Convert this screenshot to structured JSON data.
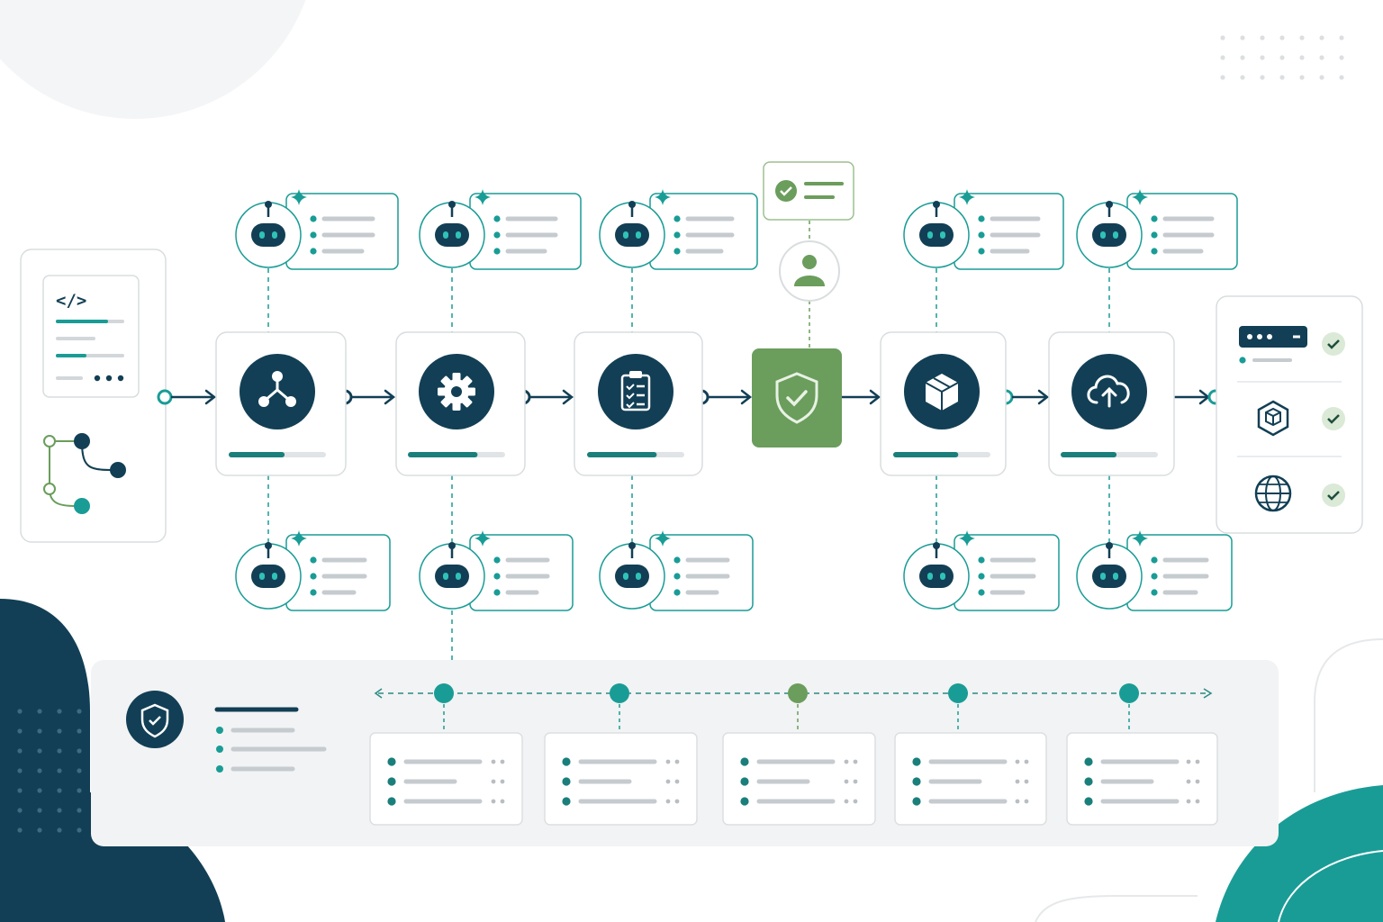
{
  "colors": {
    "navy": "#123f55",
    "teal": "#1a9c96",
    "green": "#6b9d5c",
    "border": "#d9dddf",
    "line_gray": "#c6cbcf",
    "panel_bg": "#f2f3f4",
    "corner_gray": "#f4f5f6"
  },
  "source": {
    "code_icon": "code-brackets-icon",
    "branch_icon": "git-branch-icon"
  },
  "stages": [
    {
      "name": "integrate",
      "icon": "network-nodes-icon",
      "progress": 0.55
    },
    {
      "name": "build",
      "icon": "gear-icon",
      "progress": 0.7
    },
    {
      "name": "test",
      "icon": "clipboard-checklist-icon",
      "progress": 0.7
    },
    {
      "name": "approve",
      "icon": "shield-check-icon",
      "progress": null,
      "highlight": true
    },
    {
      "name": "package",
      "icon": "package-box-icon",
      "progress": 0.65
    },
    {
      "name": "deploy",
      "icon": "cloud-upload-icon",
      "progress": 0.55
    }
  ],
  "agents": {
    "icon": "robot-icon",
    "sparkle_icon": "sparkle-icon",
    "top_stages": [
      0,
      1,
      2,
      4,
      5
    ],
    "bottom_stages": [
      0,
      1,
      2,
      4,
      5
    ]
  },
  "approval": {
    "person_icon": "person-icon",
    "check_icon": "check-circle-icon"
  },
  "targets": [
    {
      "icon": "server-rack-icon",
      "status": "check-icon"
    },
    {
      "icon": "cube-icon",
      "status": "check-icon"
    },
    {
      "icon": "globe-icon",
      "status": "check-icon"
    }
  ],
  "audit": {
    "icon": "shield-check-icon",
    "timeline_nodes": [
      "teal",
      "teal",
      "green",
      "teal",
      "teal"
    ],
    "log_cards": 5
  }
}
